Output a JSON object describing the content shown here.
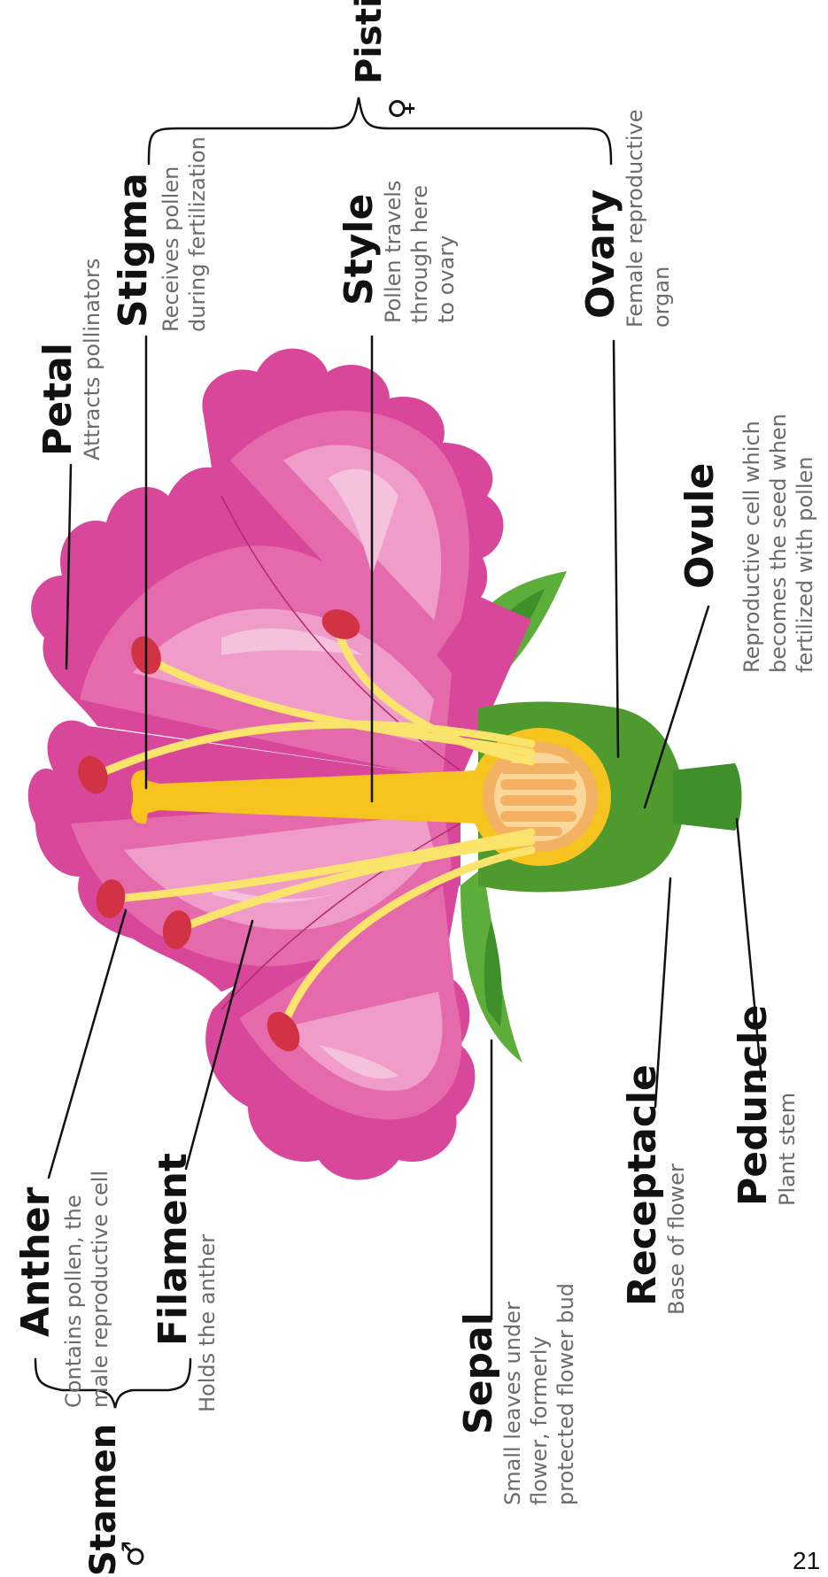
{
  "labels": {
    "pistil": {
      "title": "Pistil",
      "symbol": "♀"
    },
    "stamen": {
      "title": "Stamen",
      "symbol": "♂"
    },
    "petal": {
      "title": "Petal",
      "desc": [
        "Attracts pollinators"
      ]
    },
    "stigma": {
      "title": "Stigma",
      "desc": [
        "Receives pollen",
        "during fertilization"
      ]
    },
    "style": {
      "title": "Style",
      "desc": [
        "Pollen travels",
        "through here",
        "to ovary"
      ]
    },
    "ovary": {
      "title": "Ovary",
      "desc": [
        "Female reproductive",
        "organ"
      ]
    },
    "ovule": {
      "title": "Ovule",
      "desc": [
        "Reproductive cell which",
        "becomes the seed when",
        "fertilized with pollen"
      ]
    },
    "anther": {
      "title": "Anther",
      "desc": [
        "Contains pollen, the",
        "male reproductive cell"
      ]
    },
    "filament": {
      "title": "Filament",
      "desc": [
        "Holds the anther"
      ]
    },
    "sepal": {
      "title": "Sepal",
      "desc": [
        "Small leaves under",
        "flower, formerly",
        "protected flower bud"
      ]
    },
    "receptacle": {
      "title": "Receptacle",
      "desc": [
        "Base of flower"
      ]
    },
    "peduncle": {
      "title": "Peduncle",
      "desc": [
        "Plant stem"
      ]
    }
  },
  "page_number": "21",
  "colors": {
    "petal_dark": "#d9479a",
    "petal_mid": "#e46aac",
    "petal_light": "#ef9cc9",
    "petal_pale": "#f5c2dd",
    "pistil": "#f7c31f",
    "filament": "#fbe46b",
    "anther": "#d13244",
    "ovary_green": "#4e9a2e",
    "leaf_green": "#5cad3a",
    "ovary_inner": "#f4b063",
    "ovule": "#fbd79a"
  }
}
